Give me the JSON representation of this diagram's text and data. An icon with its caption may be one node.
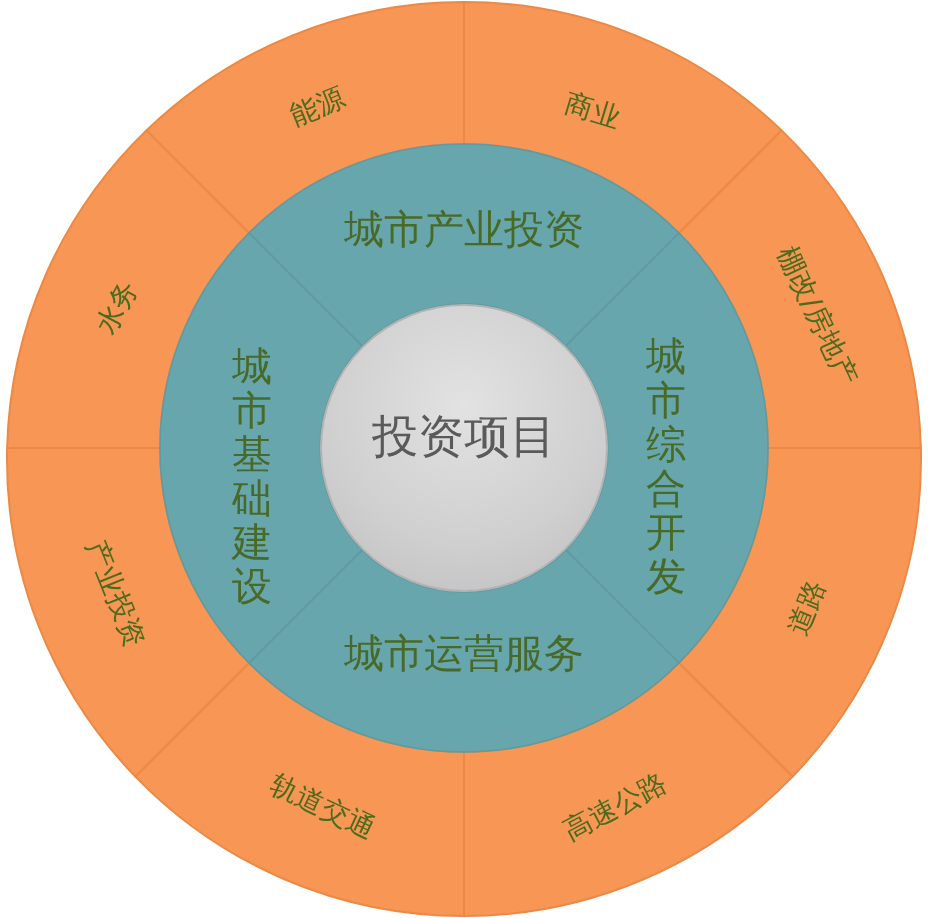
{
  "diagram": {
    "nodes": [
      {
        "text": [
          "投资项目"
        ]
      },
      {
        "text": [
          "城市产业投资"
        ]
      },
      {
        "text": [
          "城市综合开发"
        ]
      },
      {
        "text": [
          "城市运营服务"
        ]
      },
      {
        "text": [
          "城市基础建设"
        ]
      },
      {
        "text": [
          "能源"
        ]
      },
      {
        "text": [
          "商业"
        ]
      },
      {
        "text": [
          "棚改/房地产"
        ]
      },
      {
        "text": [
          "道路"
        ]
      },
      {
        "text": [
          "高速公路"
        ]
      },
      {
        "text": [
          "轨道交通"
        ]
      },
      {
        "text": [
          "产业投资"
        ]
      },
      {
        "text": [
          "水务"
        ]
      }
    ]
  }
}
